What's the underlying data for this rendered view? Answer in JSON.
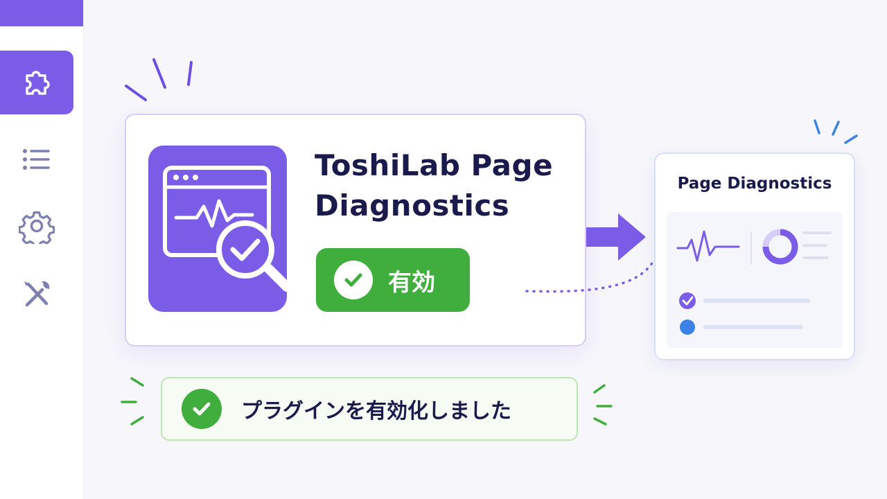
{
  "sidebar": {
    "items": [
      {
        "icon": "puzzle-icon",
        "active": true
      },
      {
        "icon": "list-icon",
        "active": false
      },
      {
        "icon": "gear-icon",
        "active": false
      },
      {
        "icon": "tools-icon",
        "active": false
      }
    ]
  },
  "plugin": {
    "name_line1": "ToshiLab Page",
    "name_line2": "Diagnostics",
    "icon": "browser-heartbeat-magnifier-icon",
    "status_label": "有効",
    "status_icon": "check-circle-icon"
  },
  "preview": {
    "title": "Page Diagnostics",
    "icons": [
      "heartbeat-icon",
      "donut-chart-icon",
      "check-circle-icon",
      "dot-icon"
    ]
  },
  "toast": {
    "message": "プラグインを有効化しました",
    "icon": "check-circle-icon"
  },
  "colors": {
    "accent": "#7b5ce6",
    "success": "#3fae3c",
    "info": "#3b82e6",
    "text": "#1b1a4d"
  }
}
